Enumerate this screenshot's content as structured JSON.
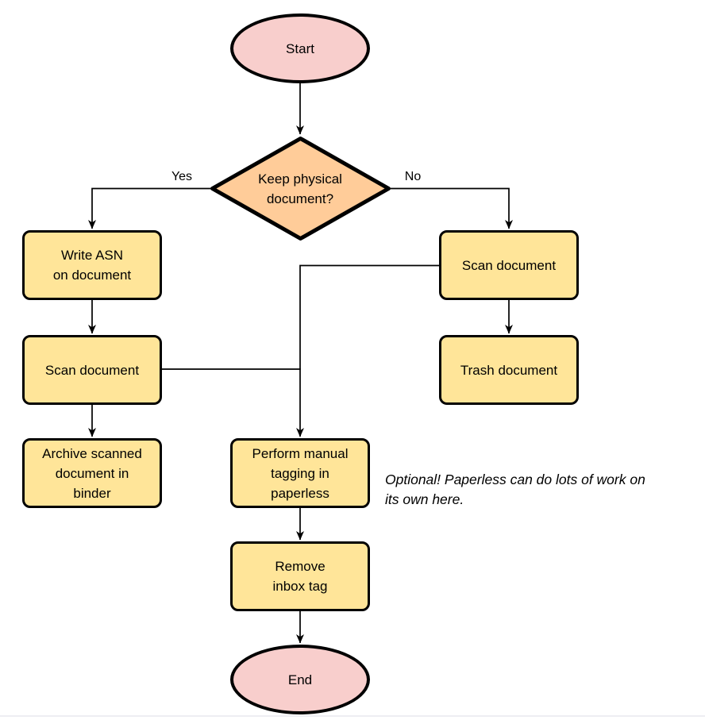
{
  "colors": {
    "background": "#ffffff",
    "process_fill": "#FFE599",
    "decision_fill": "#FFCC99",
    "terminal_fill": "#F8CECC",
    "stroke": "#000000"
  },
  "nodes": {
    "start": {
      "label": "Start"
    },
    "decision": {
      "label": "Keep physical\ndocument?"
    },
    "write_asn": {
      "label": "Write ASN\non document"
    },
    "scan_keep": {
      "label": "Scan document"
    },
    "archive": {
      "label": "Archive scanned\ndocument in\nbinder"
    },
    "scan_discard": {
      "label": "Scan document"
    },
    "trash": {
      "label": "Trash document"
    },
    "tagging": {
      "label": "Perform manual\ntagging in\npaperless"
    },
    "remove_inbox": {
      "label": "Remove\ninbox tag"
    },
    "end": {
      "label": "End"
    }
  },
  "edge_labels": {
    "yes": "Yes",
    "no": "No"
  },
  "note": {
    "text": "Optional! Paperless can do lots of work on\nits own here."
  }
}
